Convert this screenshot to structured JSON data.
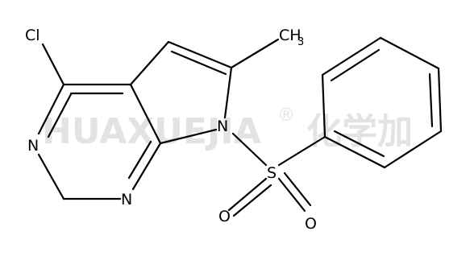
{
  "watermark": {
    "latin": "HUAXUEJIA",
    "registered": "®",
    "chinese": "化学加"
  },
  "atoms": {
    "cl": "Cl",
    "n3": "N",
    "n1": "N",
    "n7": "N",
    "s": "S",
    "o1": "O",
    "o2": "O",
    "methyl_main": "CH",
    "methyl_sub": "3"
  },
  "colors": {
    "bond": "#000000",
    "text": "#000000",
    "watermark": "#e3e3e3"
  }
}
